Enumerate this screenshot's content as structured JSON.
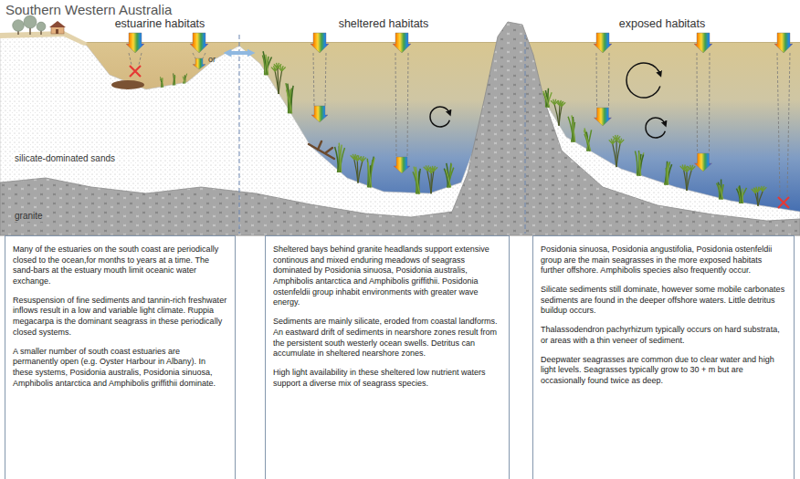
{
  "diagram": {
    "title": "Southern Western Australia",
    "nodes": [
      {
        "text": [
          "Many of the estuaries on the south coast are periodically closed to the ocean,for months to years at a time. The sand-bars at the estuary mouth limit oceanic water exchange.",
          "Resuspension of fine sediments and tannin-rich freshwater inflows result in a low and variable light climate. Ruppia megacarpa is the dominant seagrass in these periodically closed systems.",
          "A smaller number of south coast estuaries are permanently open (e.g. Oyster Harbour in Albany). In these systems, Posidonia australis, Posidonia sinuosa, Amphibolis antarctica and Amphibolis griffithii dominate."
        ]
      },
      {
        "text": [
          "Sheltered bays behind granite headlands support extensive continous and mixed enduring meadows of seagrass dominated by Posidonia sinuosa, Posidonia australis, Amphibolis antarctica and Amphibolis griffithii. Posidonia ostenfeldii group inhabit environments with greater wave energy.",
          "Sediments are mainly silicate, eroded from coastal landforms. An eastward drift of sediments in nearshore zones result from the persistent south westerly ocean swells. Detritus can accumulate in sheltered nearshore zones.",
          "High light availability in these sheltered low nutrient waters support a diverse mix of seagrass species."
        ]
      },
      {
        "text": [
          "Posidonia sinuosa, Posidonia angustifolia, Posidonia ostenfeldii group are the main seagrasses in the more exposed habitats further offshore. Amphibolis species also frequently occur.",
          "Silicate sediments still dominate, however some mobile carbonates sediments are found in the deeper offshore waters. Little detritus buildup occurs.",
          "Thalassodendron pachyrhizum typically occurs on hard substrata, or areas with a thin veneer of sediment.",
          "Deepwater seagrasses are common due to clear water and high light levels. Seagrasses typically grow to 30 + m but are occasionally found twice as deep."
        ]
      }
    ],
    "labels": [
      "estuarine habitats",
      "sheltered habitats",
      "exposed habitats",
      "or",
      "silicate-dominated sands",
      "granite"
    ]
  }
}
